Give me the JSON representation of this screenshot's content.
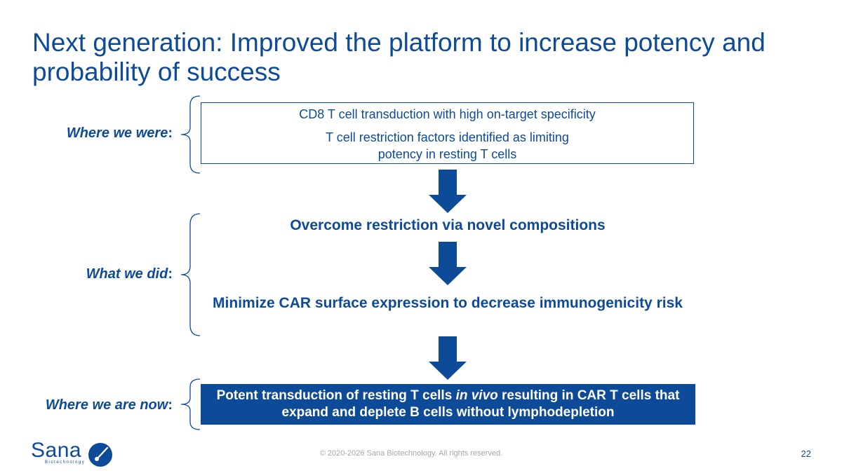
{
  "slide": {
    "title": "Next generation: Improved the platform to increase potency and probability of success",
    "page_number": "22",
    "copyright": "© 2020-2026 Sana Biotechnology. All rights reserved."
  },
  "labels": {
    "were": "Where we were",
    "did": "What we did",
    "now": "Where we are now",
    "colon": ":"
  },
  "were_box": {
    "line1": "CD8 T cell transduction with high on-target specificity",
    "line2": "T cell restriction factors identified as limiting potency in resting T cells"
  },
  "did": {
    "step1": "Overcome restriction via novel compositions",
    "step2": "Minimize CAR surface expression to decrease immunogenicity risk"
  },
  "now_box": {
    "before_italic": "Potent transduction of resting T cells ",
    "italic": "in vivo",
    "after_italic": " resulting in CAR T cells that expand and deplete B cells without lymphodepletion"
  },
  "logo": {
    "word": "Sana",
    "sub": "Biotechnology"
  },
  "colors": {
    "brand": "#0d4a97",
    "footer_text": "#a6a6a6"
  }
}
